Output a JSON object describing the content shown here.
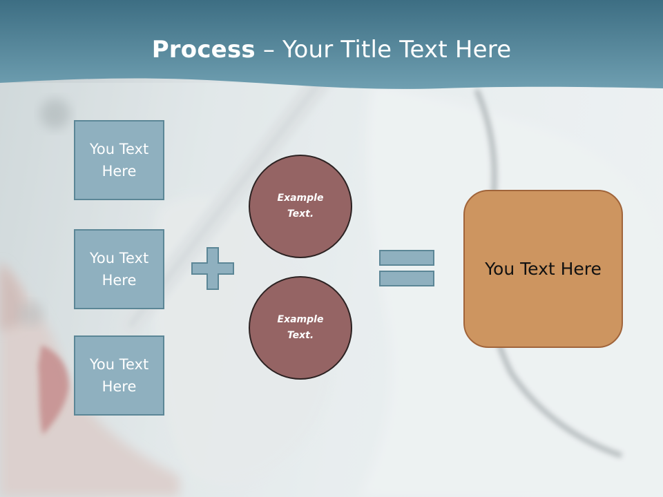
{
  "slide": {
    "title_bold": "Process",
    "title_rest": " – Your Title Text Here"
  },
  "inputs": [
    {
      "label": "You Text Here"
    },
    {
      "label": "You Text Here"
    },
    {
      "label": "You Text Here"
    }
  ],
  "examples": [
    {
      "label": "Example Text."
    },
    {
      "label": "Example Text."
    }
  ],
  "result": {
    "label": "You Text Here"
  },
  "colors": {
    "header": "#4f8598",
    "box_fill": "#8fb0bf",
    "box_border": "#5b8696",
    "circle_fill": "#956464",
    "result_fill": "#cd9560",
    "operator": "#8fb0bf"
  },
  "icons": [
    "plus-icon",
    "equals-icon"
  ]
}
